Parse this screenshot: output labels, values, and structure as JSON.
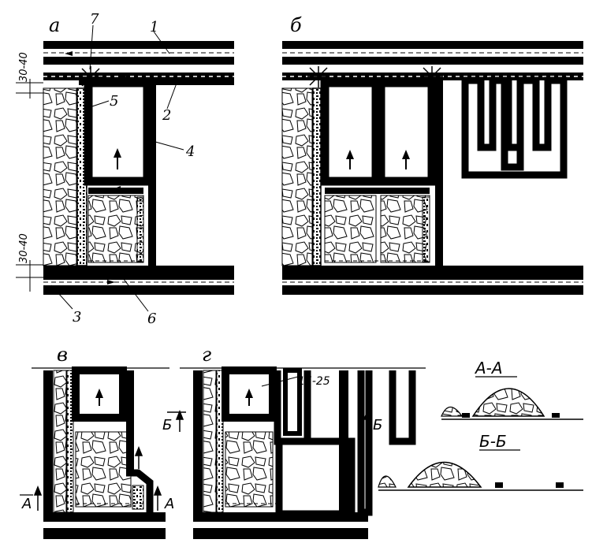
{
  "figure": {
    "panels": {
      "a": {
        "label": "а"
      },
      "b": {
        "label": "б"
      },
      "v": {
        "label": "в"
      },
      "g": {
        "label": "г"
      }
    },
    "callouts": [
      "1",
      "2",
      "3",
      "4",
      "5",
      "6",
      "7"
    ],
    "dimensions": {
      "top_gap": "30-40",
      "bottom_gap": "30-40",
      "overlap": "15-25"
    },
    "section_marks": {
      "a": "А",
      "b": "Б"
    },
    "sections": {
      "aa": "А-А",
      "bb": "Б-Б"
    }
  }
}
